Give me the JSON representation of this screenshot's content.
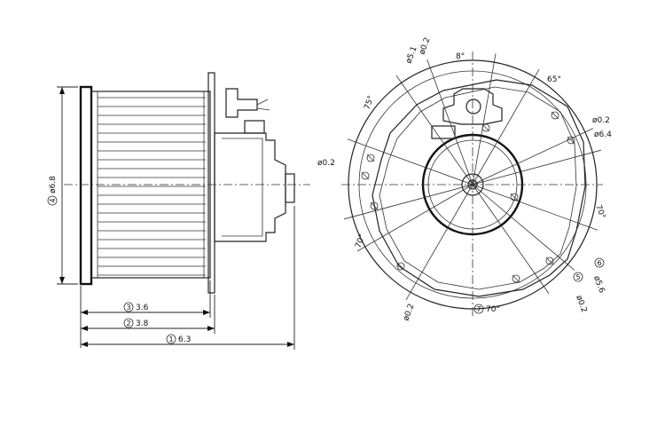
{
  "side_view": {
    "dim_1": {
      "marker": "1",
      "value": "6.3"
    },
    "dim_2": {
      "marker": "2",
      "value": "3.8"
    },
    "dim_3": {
      "marker": "3",
      "value": "3.6"
    },
    "dim_4": {
      "marker": "4",
      "value": "ø6.8"
    }
  },
  "front_view": {
    "labels": {
      "phi_top": "ø0.2",
      "phi_top2": "ø5.1",
      "deg_8": "8°",
      "deg_65": "65°",
      "deg_75": "75°",
      "phi_right": "ø0.2",
      "phi_right2": "ø6.4",
      "phi_left": "ø0.2",
      "deg_70_right": "70°",
      "deg_70_left": "70°",
      "marker_5": "5",
      "phi_5": "ø0.2",
      "marker_6": "6",
      "phi_6": "ø5.6",
      "marker_7": "7",
      "deg_7": "70°",
      "phi_bottom": "ø0.2"
    }
  }
}
